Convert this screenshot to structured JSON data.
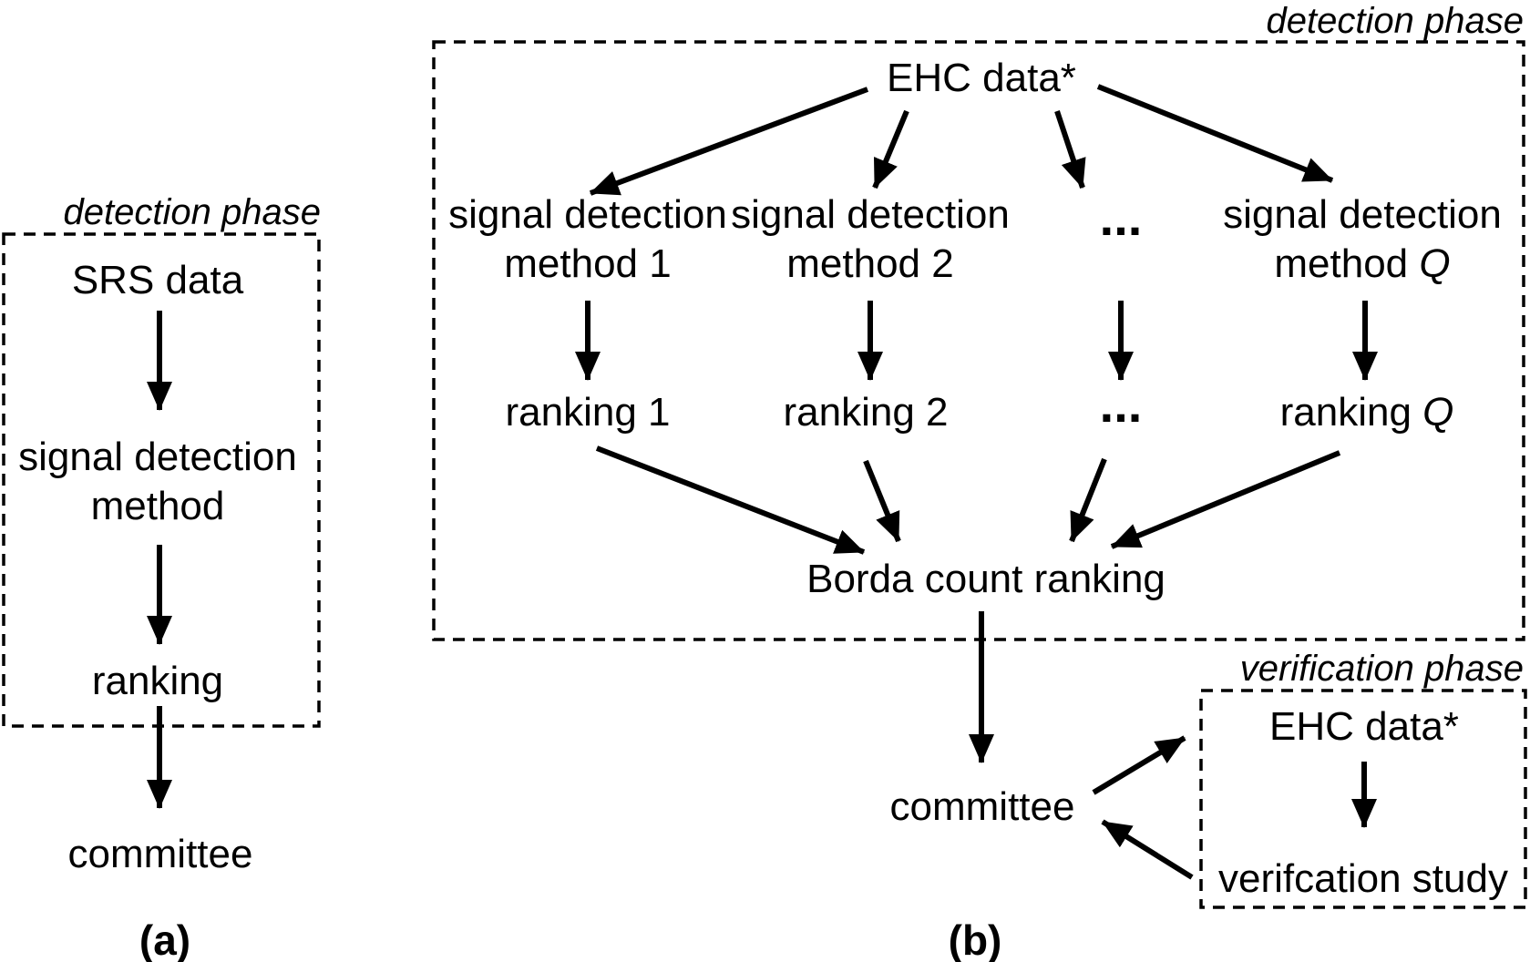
{
  "colors": {
    "ink": "#000000",
    "background": "#ffffff"
  },
  "panel_a": {
    "phase_label": "detection phase",
    "srs_data": "SRS data",
    "method_line1": "signal detection",
    "method_line2": "method",
    "ranking": "ranking",
    "committee": "committee",
    "caption": "(a)"
  },
  "panel_b": {
    "detection_phase_label": "detection phase",
    "ehc_data": "EHC data*",
    "columns": [
      {
        "line1": "signal detection",
        "line2": "method 1",
        "ranking": "ranking 1"
      },
      {
        "line1": "signal detection",
        "line2": "method 2",
        "ranking": "ranking 2"
      },
      {
        "dots_top": "...",
        "dots_bottom": "..."
      },
      {
        "line1": "signal detection",
        "line2_prefix": "method ",
        "line2_var": "Q",
        "ranking_prefix": "ranking ",
        "ranking_var": "Q"
      }
    ],
    "borda": "Borda count ranking",
    "committee": "committee",
    "caption": "(b)",
    "verification": {
      "phase_label": "verification phase",
      "ehc_data": "EHC data*",
      "study": "verifcation study"
    }
  }
}
